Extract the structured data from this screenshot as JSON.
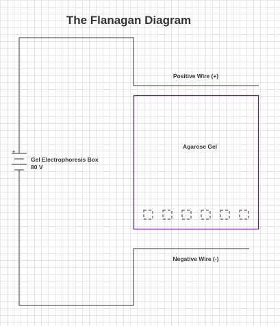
{
  "title": "The Flanagan Diagram",
  "battery": {
    "name": "Gel Electrophoresis Box",
    "voltage": "80 V",
    "plus_sign": "+"
  },
  "positive_wire": {
    "label": "Positive Wire (+)"
  },
  "negative_wire": {
    "label": "Negative Wire (-)"
  },
  "gel": {
    "label": "Agarose Gel",
    "well_count": 6
  },
  "colors": {
    "wire": "#333333",
    "gel_border": "#6a1b9a",
    "text": "#333333",
    "grid": "#e6e6e6"
  }
}
